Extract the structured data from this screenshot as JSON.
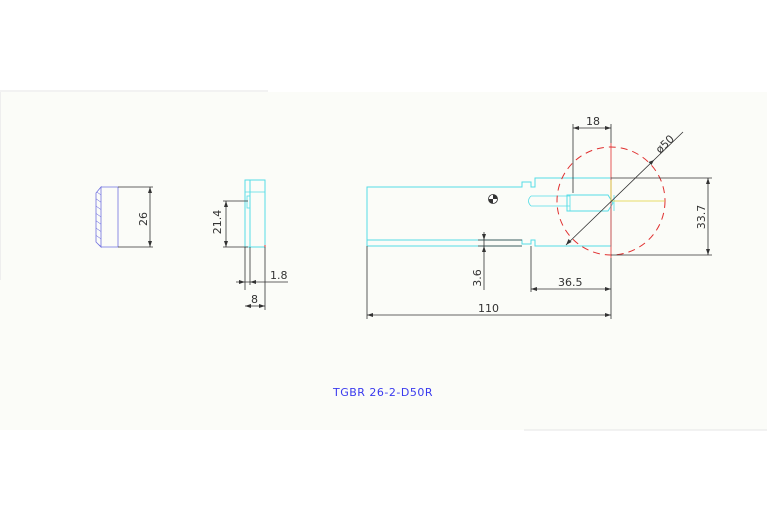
{
  "title": "TGBR 26-2-D50R",
  "dimensions": {
    "end_view_height": "26",
    "side_view_height": "21.4",
    "side_view_small": "1.8",
    "side_view_thickness": "8",
    "top_width": "18",
    "cutter_diameter": "ø50",
    "right_height": "33.7",
    "step_height": "3.6",
    "head_length": "36.5",
    "overall_length": "110"
  },
  "colors": {
    "background_panel": "#fbfcf8",
    "outline": "#55dde6",
    "dimension": "#333333",
    "center_line": "#e0d23a",
    "cutter_circle": "#e03030",
    "hatch": "#7070e0",
    "label": "#3a3aee"
  }
}
